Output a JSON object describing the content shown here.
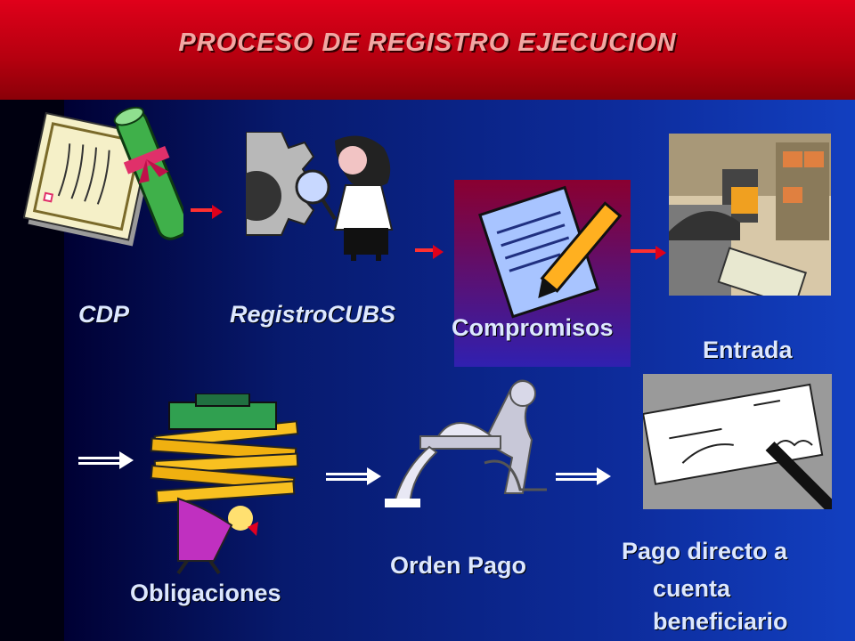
{
  "title": "PROCESO DE REGISTRO EJECUCION",
  "steps": {
    "cdp": "CDP",
    "registro": "RegistroCUBS",
    "compromisos": "Compromisos",
    "entrada": "Entrada",
    "obligaciones": "Obligaciones",
    "orden_pago": "Orden Pago",
    "pago_line1": "Pago directo a",
    "pago_line2": "cuenta",
    "pago_line3": "beneficiario"
  },
  "colors": {
    "header_red": "#d0001a",
    "title_pink": "#f2a7a3",
    "bg_blue": "#0d2c9c",
    "arrow_red": "#e0001a",
    "arrow_white": "#ffffff"
  }
}
